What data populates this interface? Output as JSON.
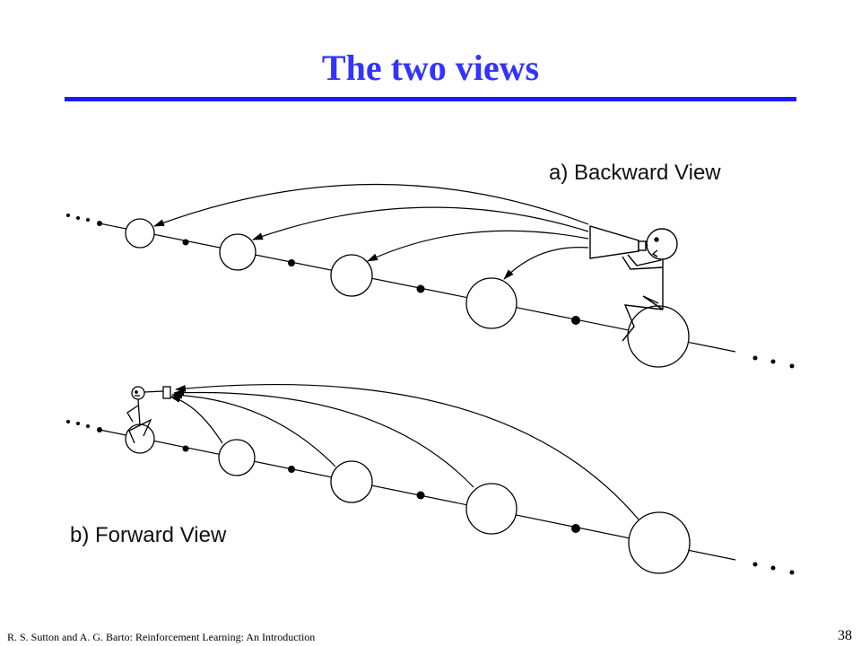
{
  "slide": {
    "title": "The two views",
    "footer": "R. S. Sutton and A. G. Barto: Reinforcement Learning: An Introduction",
    "page_number": "38"
  },
  "diagram": {
    "backward_label": "a) Backward View",
    "forward_label": "b) Forward View",
    "colors": {
      "title": "#3333ff",
      "rule": "#1a1aff",
      "ink": "#000000"
    }
  }
}
